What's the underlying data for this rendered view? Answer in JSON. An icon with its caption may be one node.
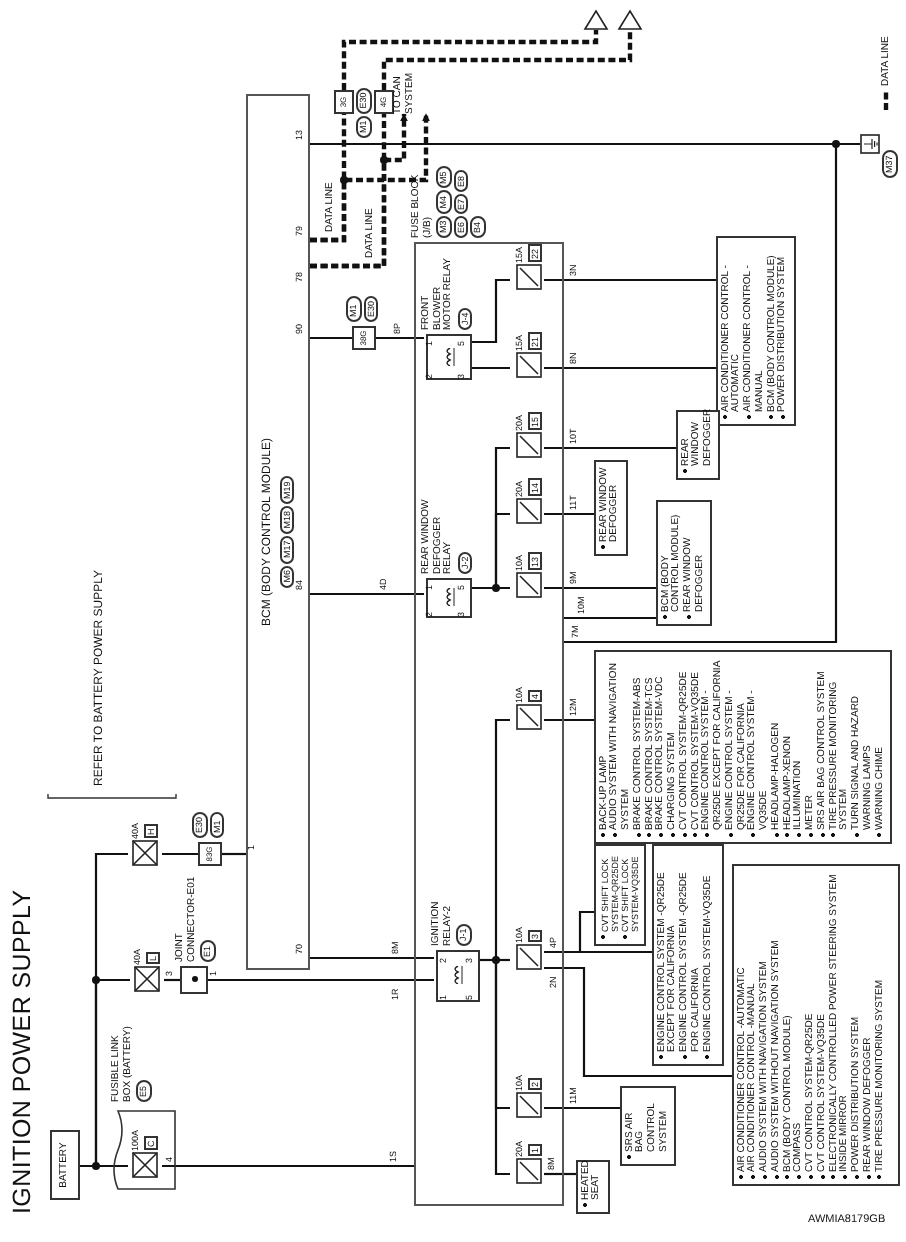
{
  "diagram": {
    "title": "IGNITION POWER SUPPLY",
    "nodes": [
      {
        "text": [
          "BATTERY"
        ]
      },
      {
        "text": [
          "FUSIBLE LINK BOX (BATTERY)",
          "E5"
        ]
      },
      {
        "text": [
          "100A",
          "C"
        ],
        "in": 1
      },
      {
        "text": [
          "40A",
          "L"
        ]
      },
      {
        "text": [
          "40A",
          "H"
        ]
      },
      {
        "text": [
          "JOINT CONNECTOR-E01",
          "E1"
        ]
      },
      {
        "text": [
          "83G"
        ],
        "beside": [
          "E30",
          "M1"
        ]
      },
      {
        "text": [
          "BCM (BODY CONTROL MODULE)",
          "M6",
          "M17",
          "M18",
          "M19"
        ]
      },
      {
        "text": [
          "38G"
        ],
        "beside": [
          "M1",
          "E30"
        ]
      },
      {
        "text": [
          "3G"
        ],
        "beside": [
          "M1",
          "E30"
        ]
      },
      {
        "text": [
          "4G"
        ]
      },
      {
        "text": [],
        "shape": "triangle"
      },
      {
        "text": [],
        "shape": "triangle"
      },
      {
        "text": [
          "TO CAN SYSTEM"
        ]
      },
      {
        "text": [],
        "shape": "box",
        "beside": [
          "M37"
        ]
      },
      {
        "text": [
          "FUSE BLOCK (J/B)",
          "M3",
          "M4",
          "M5",
          "E6",
          "E7",
          "E8",
          "B4"
        ]
      },
      {
        "text": [
          "FRONT BLOWER MOTOR RELAY",
          "J-4"
        ],
        "in": 15
      },
      {
        "text": [
          "REAR WINDOW DEFOGGER RELAY",
          "J-2"
        ],
        "in": 15
      },
      {
        "text": [
          "IGNITION RELAY-2",
          "J-1"
        ],
        "in": 15
      },
      {
        "text": [
          "15A",
          "22"
        ],
        "in": 15
      },
      {
        "text": [
          "15A",
          "21"
        ],
        "in": 15
      },
      {
        "text": [
          "20A",
          "15"
        ],
        "in": 15
      },
      {
        "text": [
          "20A",
          "14"
        ],
        "in": 15
      },
      {
        "text": [
          "10A",
          "13"
        ],
        "in": 15
      },
      {
        "text": [
          "10A",
          "4"
        ],
        "in": 15
      },
      {
        "text": [
          "10A",
          "3"
        ],
        "in": 15
      },
      {
        "text": [
          "10A",
          "2"
        ],
        "in": 15
      },
      {
        "text": [
          "20A",
          "1"
        ],
        "in": 15
      },
      {
        "text": [
          "AIR CONDITIONER CONTROL -AUTOMATIC",
          "AIR CONDITIONER CONTROL -MANUAL",
          "BCM (BODY CONTROL MODULE)",
          "POWER DISTRIBUTION SYSTEM"
        ]
      },
      {
        "text": [
          "REAR WINDOW DEFOGGER"
        ]
      },
      {
        "text": [
          "REAR WINDOW DEFOGGER"
        ]
      },
      {
        "text": [
          "BCM (BODY CONTROL MODULE)",
          "REAR WINDOW DEFOGGER"
        ]
      },
      {
        "text": [
          "BACK-UP LAMP",
          "AUDIO SYSTEM WITH NAVIGATION SYSTEM",
          "BRAKE CONTROL SYSTEM-ABS",
          "BRAKE CONTROL SYSTEM-TCS",
          "BRAKE CONTROL SYSTEM-VDC",
          "CHARGING SYSTEM",
          "CVT CONTROL SYSTEM-QR25DE",
          "CVT CONTROL SYSTEM-VQ35DE",
          "ENGINE CONTROL SYSTEM -QR25DE EXCEPT FOR CALIFORNIA",
          "ENGINE CONTROL SYSTEM -QR25DE FOR CALIFORNIA",
          "ENGINE CONTROL SYSTEM -VQ35DE",
          "HEADLAMP-HALOGEN",
          "HEADLAMP-XENON",
          "ILLUMINATION",
          "METER",
          "SRS AIR BAG CONTROL SYSTEM",
          "TIRE PRESSURE MONITORING SYSTEM",
          "TURN SIGNAL AND HAZARD WARNING LAMPS",
          "WARNING CHIME"
        ]
      },
      {
        "text": [
          "CVT SHIFT LOCK SYSTEM-QR25DE",
          "CVT SHIFT LOCK SYSTEM-VQ35DE"
        ]
      },
      {
        "text": [
          "ENGINE CONTROL SYSTEM -QR25DE EXCEPT FOR CALIFORNIA",
          "ENGINE CONTROL SYSTEM -QR25DE FOR CALIFORNIA",
          "ENGINE CONTROL SYSTEM-VQ35DE"
        ]
      },
      {
        "text": [
          "AIR CONDITIONER CONTROL -AUTOMATIC",
          "AIR CONDITIONER CONTROL -MANUAL",
          "AUDIO SYSTEM WITH NAVIGATION SYSTEM",
          "AUDIO SYSTEM WITHOUT NAVIGATION SYSTEM",
          "BCM (BODY CONTROL MODULE)",
          "COMPASS",
          "CVT CONTROL SYSTEM-QR25DE",
          "CVT CONTROL SYSTEM-VQ35DE",
          "ELECTRONICALLY CONTROLLED POWER STEERING SYSTEM",
          "INSIDE MIRROR",
          "POWER DISTRIBUTION SYSTEM",
          "REAR WINDOW DEFOGGER",
          "TIRE PRESSURE MONITORING SYSTEM"
        ]
      },
      {
        "text": [
          "SRS AIR BAG CONTROL SYSTEM"
        ]
      },
      {
        "text": [
          "HEATED SEAT"
        ]
      }
    ],
    "edges": [
      {
        "from": 0,
        "to": 2,
        "arrow": "none"
      },
      {
        "from": 0,
        "to": 3,
        "arrow": "none"
      },
      {
        "from": 0,
        "to": 4,
        "arrow": "none"
      },
      {
        "from": 3,
        "to": 5,
        "arrow": "none"
      },
      {
        "from": 5,
        "to": 18,
        "arrow": "none",
        "label": "1R"
      },
      {
        "from": 4,
        "to": 6,
        "arrow": "none"
      },
      {
        "from": 6,
        "to": 7,
        "arrow": "none"
      },
      {
        "from": 7,
        "to": 18,
        "arrow": "none",
        "label": "8M"
      },
      {
        "from": 2,
        "to": 15,
        "arrow": "none",
        "label": "1S"
      },
      {
        "from": 7,
        "to": 8,
        "arrow": "none"
      },
      {
        "from": 8,
        "to": 16,
        "arrow": "none",
        "label": "8P"
      },
      {
        "from": 7,
        "to": 17,
        "arrow": "none",
        "label": "4D"
      },
      {
        "from": 7,
        "to": 14,
        "arrow": "none"
      },
      {
        "from": 15,
        "to": 14,
        "arrow": "none",
        "label": "7M"
      },
      {
        "from": 7,
        "to": 9,
        "arrow": "none",
        "style": "dashed"
      },
      {
        "from": 7,
        "to": 10,
        "arrow": "none",
        "style": "dashed"
      },
      {
        "from": 9,
        "to": 11,
        "arrow": "none",
        "style": "dashed"
      },
      {
        "from": 10,
        "to": 12,
        "arrow": "none",
        "style": "dashed"
      },
      {
        "from": 7,
        "to": 13,
        "arrow": "to",
        "style": "dashed"
      },
      {
        "from": 7,
        "to": 13,
        "arrow": "to",
        "style": "dashed"
      },
      {
        "from": 16,
        "to": 20,
        "arrow": "none"
      },
      {
        "from": 16,
        "to": 19,
        "arrow": "none"
      },
      {
        "from": 17,
        "to": 21,
        "arrow": "none"
      },
      {
        "from": 17,
        "to": 22,
        "arrow": "none"
      },
      {
        "from": 17,
        "to": 23,
        "arrow": "none"
      },
      {
        "from": 18,
        "to": 24,
        "arrow": "none"
      },
      {
        "from": 18,
        "to": 25,
        "arrow": "none"
      },
      {
        "from": 18,
        "to": 26,
        "arrow": "none"
      },
      {
        "from": 18,
        "to": 27,
        "arrow": "none"
      },
      {
        "from": 19,
        "to": 28,
        "arrow": "none",
        "label": "3N"
      },
      {
        "from": 20,
        "to": 28,
        "arrow": "none",
        "label": "8N"
      },
      {
        "from": 21,
        "to": 29,
        "arrow": "none",
        "label": "10T"
      },
      {
        "from": 22,
        "to": 30,
        "arrow": "none",
        "label": "11T"
      },
      {
        "from": 23,
        "to": 31,
        "arrow": "none",
        "label": "9M"
      },
      {
        "from": 15,
        "to": 31,
        "arrow": "none",
        "label": "10M"
      },
      {
        "from": 24,
        "to": 32,
        "arrow": "none",
        "label": "12M"
      },
      {
        "from": 25,
        "to": 33,
        "arrow": "none",
        "label": "4P"
      },
      {
        "from": 25,
        "to": 34,
        "arrow": "none"
      },
      {
        "from": 25,
        "to": 35,
        "arrow": "none",
        "label": "2N"
      },
      {
        "from": 26,
        "to": 36,
        "arrow": "none",
        "label": "11M"
      },
      {
        "from": 27,
        "to": 37,
        "arrow": "none",
        "label": "8M"
      }
    ],
    "labels": [
      "REFER TO BATTERY POWER SUPPLY",
      "4",
      "3",
      "1",
      "1",
      "70",
      "84",
      "90",
      "78",
      "79",
      "13",
      "DATA LINE",
      "DATA LINE",
      "2",
      "1",
      "3",
      "5",
      "2",
      "1",
      "3",
      "5",
      "1",
      "2",
      "5",
      "3",
      "AWMIA8179GB"
    ],
    "legend": [
      {
        "text": "DATA LINE"
      }
    ]
  }
}
